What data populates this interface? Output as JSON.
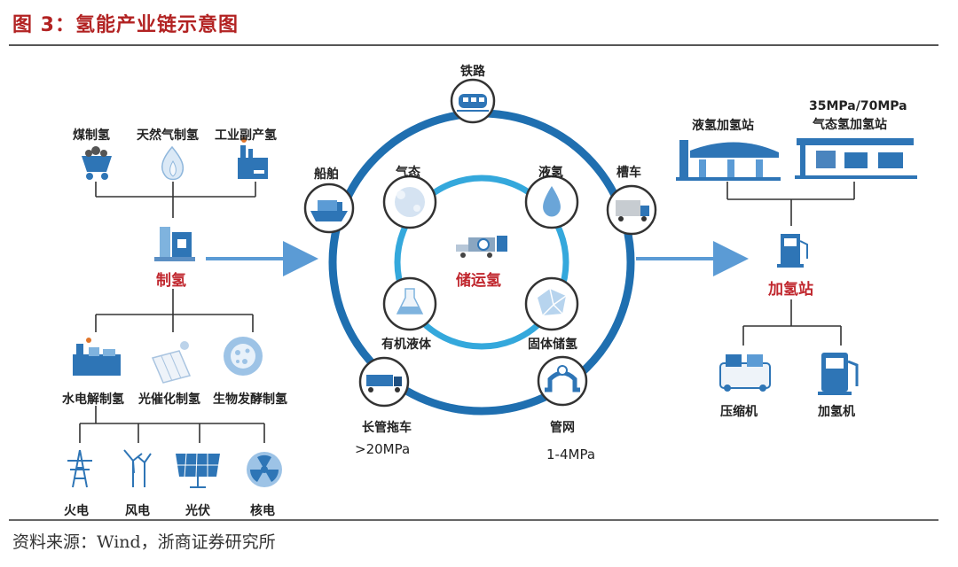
{
  "title": "图 3：氢能产业链示意图",
  "source": "资料来源：Wind，浙商证券研究所",
  "production": {
    "center_label": "制氢",
    "top_sources": [
      "煤制氢",
      "天然气制氢",
      "工业副产氢"
    ],
    "bottom_methods": [
      "水电解制氢",
      "光催化制氢",
      "生物发酵制氢"
    ],
    "power_sources": [
      "火电",
      "风电",
      "光伏",
      "核电"
    ]
  },
  "storage": {
    "center_label": "储运氢",
    "inner_items": [
      "气态",
      "液氢",
      "有机液体",
      "固体储氢"
    ],
    "outer_items": [
      "铁路",
      "船舶",
      "槽车",
      "长管拖车",
      "管网"
    ],
    "pressures": [
      ">20MPa",
      "1-4MPa"
    ]
  },
  "refueling": {
    "center_label": "加氢站",
    "top_items": [
      "液氢加氢站",
      "35MPa/70MPa\n气态氢加氢站"
    ],
    "top_line1": "35MPa/70MPa",
    "top_line2": "气态氢加氢站",
    "bottom_items": [
      "压缩机",
      "加氢机"
    ]
  },
  "colors": {
    "title": "#b22222",
    "ring": "#1f6fb0",
    "inner_ring": "#34a8dc",
    "arrow": "#5b9bd5",
    "icon_blue": "#2e75b6",
    "label_red": "#c0262d"
  }
}
